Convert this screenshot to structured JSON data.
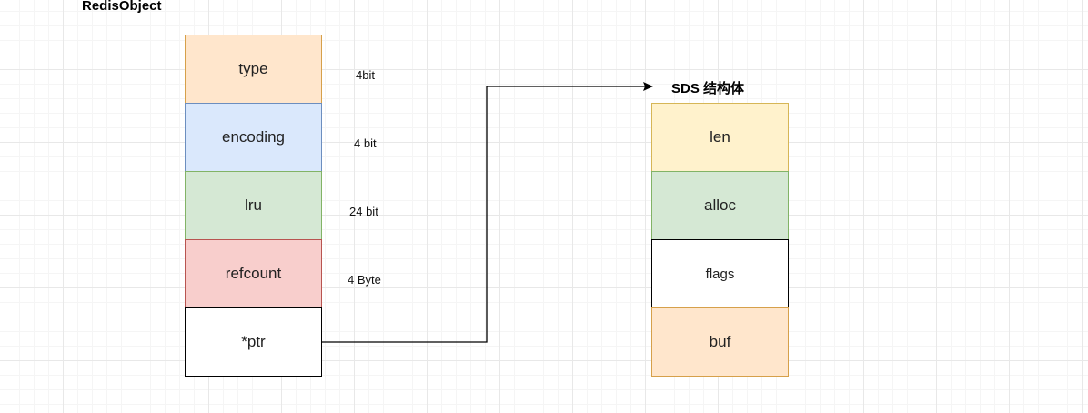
{
  "redis_object": {
    "title": "RedisObject",
    "fields": [
      {
        "label": "type",
        "size": "4bit",
        "fill": "#ffe6cc",
        "stroke": "#d6a04a"
      },
      {
        "label": "encoding",
        "size": "4 bit",
        "fill": "#dae8fc",
        "stroke": "#6c8ebf"
      },
      {
        "label": "lru",
        "size": "24 bit",
        "fill": "#d5e8d4",
        "stroke": "#82b366"
      },
      {
        "label": "refcount",
        "size": "4 Byte",
        "fill": "#f8cecc",
        "stroke": "#b85450"
      },
      {
        "label": "*ptr",
        "size": "",
        "fill": "#ffffff",
        "stroke": "#000000"
      }
    ]
  },
  "sds": {
    "title": "SDS 结构体",
    "fields": [
      {
        "label": "len",
        "fill": "#fff2cc",
        "stroke": "#d6b656"
      },
      {
        "label": "alloc",
        "fill": "#d5e8d4",
        "stroke": "#82b366"
      },
      {
        "label": "flags",
        "fill": "#ffffff",
        "stroke": "#000000"
      },
      {
        "label": "buf",
        "fill": "#ffe6cc",
        "stroke": "#d6a04a"
      }
    ]
  }
}
